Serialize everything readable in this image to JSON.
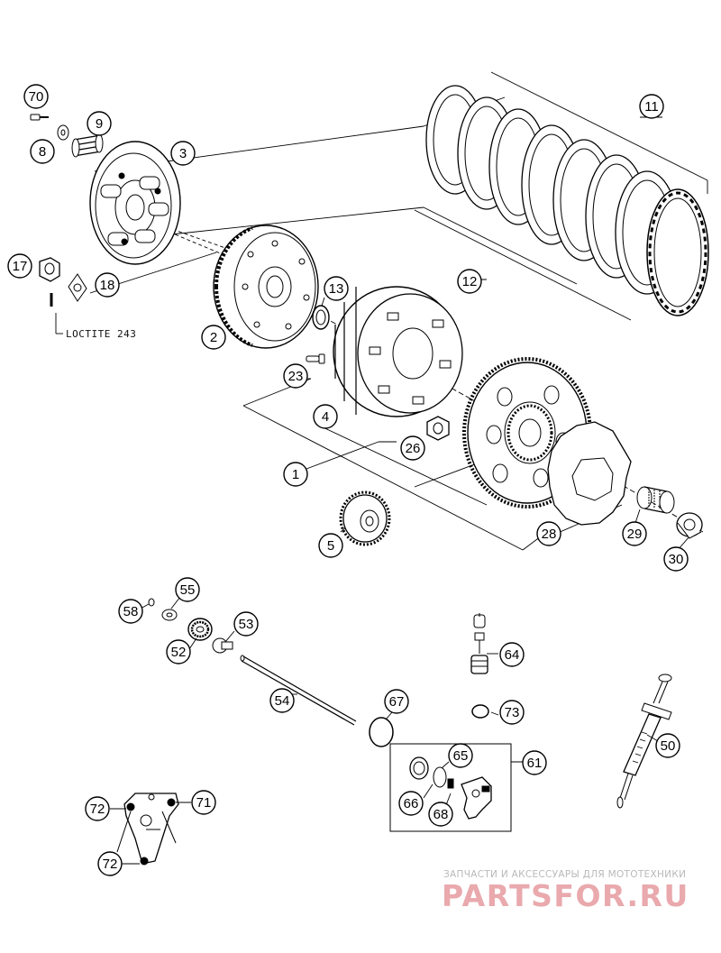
{
  "callouts": [
    {
      "id": "70",
      "label": "70"
    },
    {
      "id": "8",
      "label": "8"
    },
    {
      "id": "9",
      "label": "9"
    },
    {
      "id": "3",
      "label": "3"
    },
    {
      "id": "11",
      "label": "11"
    },
    {
      "id": "17",
      "label": "17"
    },
    {
      "id": "18",
      "label": "18"
    },
    {
      "id": "2",
      "label": "2"
    },
    {
      "id": "13",
      "label": "13"
    },
    {
      "id": "12",
      "label": "12"
    },
    {
      "id": "23",
      "label": "23"
    },
    {
      "id": "4",
      "label": "4"
    },
    {
      "id": "26",
      "label": "26"
    },
    {
      "id": "1",
      "label": "1"
    },
    {
      "id": "5",
      "label": "5"
    },
    {
      "id": "28",
      "label": "28"
    },
    {
      "id": "29",
      "label": "29"
    },
    {
      "id": "30",
      "label": "30"
    },
    {
      "id": "55",
      "label": "55"
    },
    {
      "id": "58",
      "label": "58"
    },
    {
      "id": "53",
      "label": "53"
    },
    {
      "id": "52",
      "label": "52"
    },
    {
      "id": "64",
      "label": "64"
    },
    {
      "id": "54",
      "label": "54"
    },
    {
      "id": "67",
      "label": "67"
    },
    {
      "id": "73",
      "label": "73"
    },
    {
      "id": "65",
      "label": "65"
    },
    {
      "id": "61",
      "label": "61"
    },
    {
      "id": "50",
      "label": "50"
    },
    {
      "id": "66",
      "label": "66"
    },
    {
      "id": "68",
      "label": "68"
    },
    {
      "id": "72a",
      "label": "72"
    },
    {
      "id": "71",
      "label": "71"
    },
    {
      "id": "72b",
      "label": "72"
    }
  ],
  "notes": {
    "loctite": "LOCTITE 243"
  },
  "watermark": {
    "caption": "ЗАПЧАСТИ И АКСЕССУАРЫ ДЛЯ МОТОТЕХНИКИ",
    "brand": "PARTSFOR.RU"
  },
  "colors": {
    "line": "#000000",
    "watermark_caption": "#b9b9b9",
    "watermark_brand": "#e9a9ad"
  }
}
